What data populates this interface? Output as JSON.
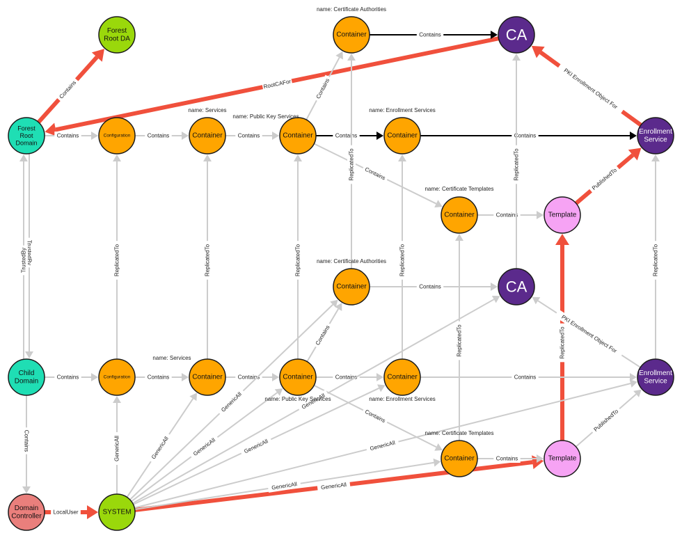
{
  "colors": {
    "teal": "#1fdeb4",
    "orange": "#ffa500",
    "purple": "#5b2a8c",
    "pink": "#f6a3f4",
    "green": "#9ad80b",
    "red_node": "#ea7f7c",
    "edge_gray": "#cccccc",
    "edge_black": "#000000",
    "edge_red": "#f0503c"
  },
  "nodes": [
    {
      "id": "forest_root_da",
      "lines": [
        "Forest",
        "Root DA"
      ],
      "color": "green"
    },
    {
      "id": "forest_root_domain",
      "lines": [
        "Forest",
        "Root",
        "Domain"
      ],
      "color": "teal"
    },
    {
      "id": "child_domain",
      "lines": [
        "Child",
        "Domain"
      ],
      "color": "teal"
    },
    {
      "id": "domain_controller",
      "lines": [
        "Domain",
        "Controller"
      ],
      "color": "red_node"
    },
    {
      "id": "system",
      "lines": [
        "SYSTEM"
      ],
      "color": "green"
    },
    {
      "id": "config_top",
      "lines": [
        "Configuration"
      ],
      "color": "orange",
      "small": true
    },
    {
      "id": "config_bot",
      "lines": [
        "Configuration"
      ],
      "color": "orange",
      "small": true
    },
    {
      "id": "services_top",
      "lines": [
        "Container"
      ],
      "color": "orange"
    },
    {
      "id": "services_bot",
      "lines": [
        "Container"
      ],
      "color": "orange"
    },
    {
      "id": "pks_top",
      "lines": [
        "Container"
      ],
      "color": "orange"
    },
    {
      "id": "pks_bot",
      "lines": [
        "Container"
      ],
      "color": "orange"
    },
    {
      "id": "cas_top",
      "lines": [
        "Container"
      ],
      "color": "orange"
    },
    {
      "id": "cas_bot",
      "lines": [
        "Container"
      ],
      "color": "orange"
    },
    {
      "id": "es_top",
      "lines": [
        "Container"
      ],
      "color": "orange"
    },
    {
      "id": "es_bot",
      "lines": [
        "Container"
      ],
      "color": "orange"
    },
    {
      "id": "ct_top",
      "lines": [
        "Container"
      ],
      "color": "orange"
    },
    {
      "id": "ct_bot",
      "lines": [
        "Container"
      ],
      "color": "orange"
    },
    {
      "id": "ca_top",
      "lines": [
        "CA"
      ],
      "color": "purple",
      "big": true
    },
    {
      "id": "ca_bot",
      "lines": [
        "CA"
      ],
      "color": "purple",
      "big": true
    },
    {
      "id": "enroll_top",
      "lines": [
        "Enrollment",
        "Service"
      ],
      "color": "purple"
    },
    {
      "id": "enroll_bot",
      "lines": [
        "Enrollment",
        "Service"
      ],
      "color": "purple"
    },
    {
      "id": "template_top",
      "lines": [
        "Template"
      ],
      "color": "pink"
    },
    {
      "id": "template_bot",
      "lines": [
        "Template"
      ],
      "color": "pink"
    }
  ],
  "captions": [
    {
      "node": "cas_top",
      "text": "name: Certificate Authorities"
    },
    {
      "node": "services_top",
      "text": "name: Services"
    },
    {
      "node": "pks_top",
      "text": "name: Public Key Services"
    },
    {
      "node": "es_top",
      "text": "name: Enrollment Services"
    },
    {
      "node": "ct_top",
      "text": "name: Certificate Templates"
    },
    {
      "node": "cas_bot",
      "text": "name: Certificate Authorities"
    },
    {
      "node": "services_bot",
      "text": "name: Services"
    },
    {
      "node": "pks_bot",
      "text": "name: Public Key Services"
    },
    {
      "node": "es_bot",
      "text": "name: Enrollment Services"
    },
    {
      "node": "ct_bot",
      "text": "name: Certificate Templates"
    }
  ],
  "edges": [
    {
      "from": "forest_root_domain",
      "to": "forest_root_da",
      "label": "Contains",
      "style": "red"
    },
    {
      "from": "ca_top",
      "to": "forest_root_domain",
      "label": "RootCAFor",
      "style": "red"
    },
    {
      "from": "enroll_top",
      "to": "ca_top",
      "label": "PKI Enrollment Object For",
      "style": "red"
    },
    {
      "from": "template_top",
      "to": "enroll_top",
      "label": "PublishedTo",
      "style": "red"
    },
    {
      "from": "template_bot",
      "to": "template_top",
      "label": "ReplicatedTo",
      "style": "red"
    },
    {
      "from": "domain_controller",
      "to": "system",
      "label": "LocalUser",
      "style": "red"
    },
    {
      "from": "system",
      "to": "template_bot",
      "label": "GenericAll",
      "style": "red"
    },
    {
      "from": "cas_top",
      "to": "ca_top",
      "label": "Contains",
      "style": "black"
    },
    {
      "from": "pks_top",
      "to": "es_top",
      "label": "Contains",
      "style": "black"
    },
    {
      "from": "es_top",
      "to": "enroll_top",
      "label": "Contains",
      "style": "black"
    },
    {
      "from": "forest_root_domain",
      "to": "config_top",
      "label": "Contains",
      "style": "gray"
    },
    {
      "from": "config_top",
      "to": "services_top",
      "label": "Contains",
      "style": "gray"
    },
    {
      "from": "services_top",
      "to": "pks_top",
      "label": "Contains",
      "style": "gray"
    },
    {
      "from": "pks_top",
      "to": "cas_top",
      "label": "Contains",
      "style": "gray"
    },
    {
      "from": "pks_top",
      "to": "ct_top",
      "label": "Contains",
      "style": "gray"
    },
    {
      "from": "ct_top",
      "to": "template_top",
      "label": "Contains",
      "style": "gray"
    },
    {
      "from": "forest_root_domain",
      "to": "child_domain",
      "label": "TrustedBy",
      "style": "gray",
      "offset": -4
    },
    {
      "from": "child_domain",
      "to": "forest_root_domain",
      "label": "TrustedBy",
      "style": "gray",
      "offset": -4
    },
    {
      "from": "child_domain",
      "to": "config_bot",
      "label": "Contains",
      "style": "gray"
    },
    {
      "from": "config_bot",
      "to": "services_bot",
      "label": "Contains",
      "style": "gray"
    },
    {
      "from": "services_bot",
      "to": "pks_bot",
      "label": "Contains",
      "style": "gray"
    },
    {
      "from": "pks_bot",
      "to": "es_bot",
      "label": "Contains",
      "style": "gray"
    },
    {
      "from": "pks_bot",
      "to": "cas_bot",
      "label": "Contains",
      "style": "gray"
    },
    {
      "from": "pks_bot",
      "to": "ct_bot",
      "label": "Contains",
      "style": "gray"
    },
    {
      "from": "cas_bot",
      "to": "ca_bot",
      "label": "Contains",
      "style": "gray"
    },
    {
      "from": "es_bot",
      "to": "enroll_bot",
      "label": "Contains",
      "style": "gray"
    },
    {
      "from": "ct_bot",
      "to": "template_bot",
      "label": "Contains",
      "style": "gray"
    },
    {
      "from": "child_domain",
      "to": "domain_controller",
      "label": "Contains",
      "style": "gray"
    },
    {
      "from": "enroll_bot",
      "to": "ca_bot",
      "label": "PKI Enrollment Object For",
      "style": "gray"
    },
    {
      "from": "template_bot",
      "to": "enroll_bot",
      "label": "PublishedTo",
      "style": "gray"
    },
    {
      "from": "config_bot",
      "to": "config_top",
      "label": "ReplicatedTo",
      "style": "gray"
    },
    {
      "from": "services_bot",
      "to": "services_top",
      "label": "ReplicatedTo",
      "style": "gray"
    },
    {
      "from": "pks_bot",
      "to": "pks_top",
      "label": "ReplicatedTo",
      "style": "gray"
    },
    {
      "from": "cas_bot",
      "to": "cas_top",
      "label": "ReplicatedTo",
      "style": "gray"
    },
    {
      "from": "es_bot",
      "to": "es_top",
      "label": "ReplicatedTo",
      "style": "gray"
    },
    {
      "from": "ct_bot",
      "to": "ct_top",
      "label": "ReplicatedTo",
      "style": "gray"
    },
    {
      "from": "ca_bot",
      "to": "ca_top",
      "label": "ReplicatedTo",
      "style": "gray"
    },
    {
      "from": "enroll_bot",
      "to": "enroll_top",
      "label": "ReplicatedTo",
      "style": "gray"
    },
    {
      "from": "system",
      "to": "config_bot",
      "label": "GenericAll",
      "style": "gray"
    },
    {
      "from": "system",
      "to": "services_bot",
      "label": "GenericAll",
      "style": "gray"
    },
    {
      "from": "system",
      "to": "pks_bot",
      "label": "GenericAll",
      "style": "gray"
    },
    {
      "from": "system",
      "to": "cas_bot",
      "label": "GenericAll",
      "style": "gray"
    },
    {
      "from": "system",
      "to": "es_bot",
      "label": "GenericAll",
      "style": "gray"
    },
    {
      "from": "system",
      "to": "ca_bot",
      "label": "GenericAll",
      "style": "gray"
    },
    {
      "from": "system",
      "to": "ct_bot",
      "label": "GenericAll",
      "style": "gray"
    },
    {
      "from": "system",
      "to": "enroll_bot",
      "label": "GenericAll",
      "style": "gray"
    }
  ]
}
